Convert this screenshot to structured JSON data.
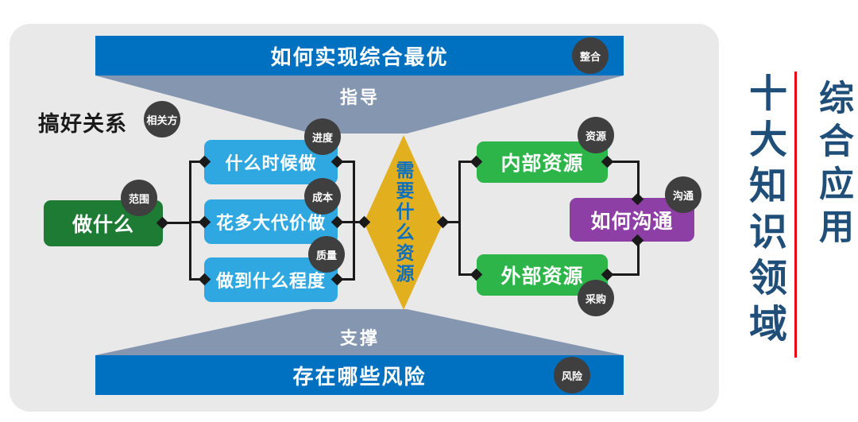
{
  "integration_bar": {
    "label": "如何实现综合最优",
    "badge": "整合"
  },
  "risk_bar": {
    "label": "存在哪些风险",
    "badge": "风险"
  },
  "guide_arrow": {
    "label": "指导"
  },
  "support_arrow": {
    "label": "支撑"
  },
  "stakeholder": {
    "label": "搞好关系",
    "badge": "相关方"
  },
  "scope": {
    "label": "做什么",
    "badge": "范围"
  },
  "schedule": {
    "label": "什么时候做",
    "badge": "进度"
  },
  "cost": {
    "label": "花多大代价做",
    "badge": "成本"
  },
  "quality": {
    "label": "做到什么程度",
    "badge": "质量"
  },
  "resource_question": {
    "label": "需要什么资源"
  },
  "internal_resource": {
    "label": "内部资源",
    "badge": "资源"
  },
  "external_resource": {
    "label": "外部资源",
    "badge": "采购"
  },
  "communication": {
    "label": "如何沟通",
    "badge": "沟通"
  },
  "side_panel": {
    "title": "十大知识领域",
    "subtitle": "综合应用"
  },
  "colors": {
    "bar_blue": "#0070C0",
    "arrow_gray": "#8496B0",
    "scope_green": "#1E7B34",
    "process_blue": "#2FA8E1",
    "resource_green": "#2DB54A",
    "comm_purple": "#8D3FA5",
    "diamond_gold": "#E2AF1F",
    "diamond_text_blue": "#0C6FBF",
    "badge_gray": "#3F3F3F",
    "side_text_blue": "#1F4E79",
    "divider_red": "#E60012",
    "panel_gray": "#E9E9E9"
  }
}
